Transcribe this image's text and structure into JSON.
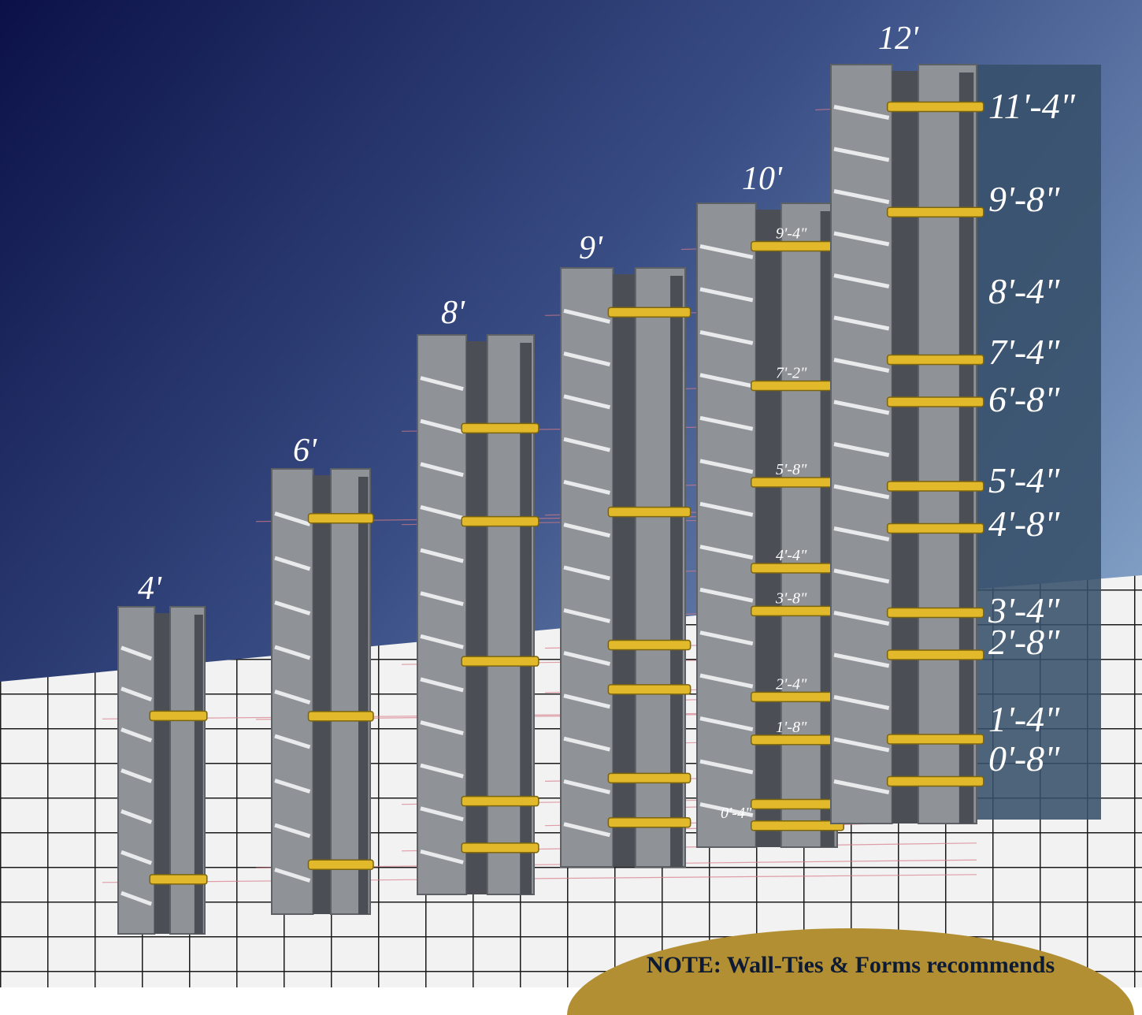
{
  "colors": {
    "sky_top": "#0b1148",
    "sky_bottom": "#88a7cb",
    "floor": "#f2f2f2",
    "panel": "#8f9398",
    "panel_dark": "#4b4f55",
    "tie_bar": "#e2b92a",
    "guide_line": "#d77a86",
    "tag_column": "#37506a",
    "note_badge": "#b38f33",
    "note_text": "#0d1a33"
  },
  "forms": [
    {
      "label": "4'",
      "ties": [
        "0'-8\"",
        "2'-8\""
      ]
    },
    {
      "label": "6'",
      "ties": [
        "0'-8\"",
        "2'-8\"",
        "5'-4\""
      ]
    },
    {
      "label": "8'",
      "ties": [
        "0'-8\"",
        "1'-4\"",
        "3'-4\"",
        "5'-4\"",
        "6'-8\""
      ]
    },
    {
      "label": "9'",
      "ties": [
        "0'-8\"",
        "1'-4\"",
        "2'-8\"",
        "3'-4\"",
        "5'-4\"",
        "8'-4\""
      ]
    },
    {
      "label": "10'",
      "ties": [
        "0'-4\"",
        "0'-8\"",
        "1'-8\"",
        "2'-4\"",
        "3'-8\"",
        "4'-4\"",
        "5'-8\"",
        "7'-2\"",
        "9'-4\""
      ]
    },
    {
      "label": "12'",
      "ties": [
        "0'-8\"",
        "1'-4\"",
        "2'-8\"",
        "3'-4\"",
        "4'-8\"",
        "5'-4\"",
        "6'-8\"",
        "7'-4\"",
        "9'-8\"",
        "11'-4\""
      ]
    }
  ],
  "tie_heights_right": [
    "11'-4\"",
    "9'-8\"",
    "8'-4\"",
    "7'-4\"",
    "6'-8\"",
    "5'-4\"",
    "4'-8\"",
    "3'-4\"",
    "2'-8\"",
    "1'-4\"",
    "0'-8\""
  ],
  "note": "NOTE: Wall-Ties & Forms recommends"
}
